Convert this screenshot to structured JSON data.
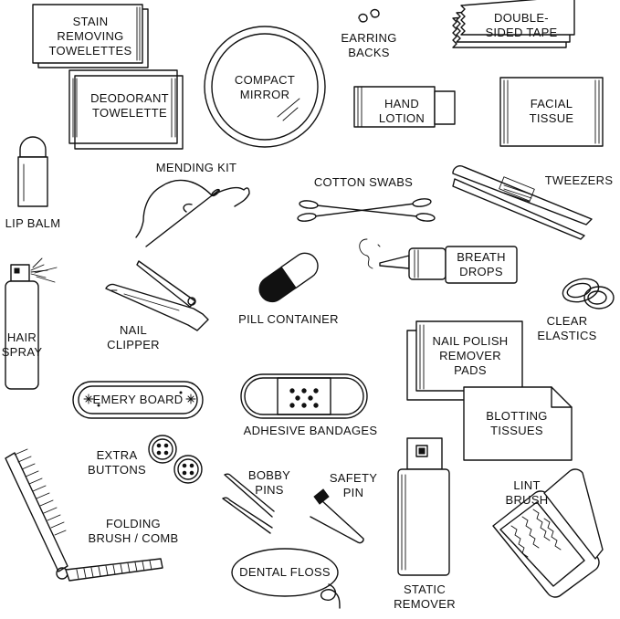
{
  "labels": {
    "stain_towelettes": "STAIN\nREMOVING\nTOWELETTES",
    "deodorant_towelette": "DEODORANT\nTOWELETTE",
    "compact_mirror": "COMPACT\nMIRROR",
    "earring_backs": "EARRING\nBACKS",
    "double_sided_tape": "DOUBLE-\nSIDED TAPE",
    "hand_lotion": "HAND\nLOTION",
    "facial_tissue": "FACIAL\nTISSUE",
    "lip_balm": "LIP BALM",
    "mending_kit": "MENDING KIT",
    "cotton_swabs": "COTTON SWABS",
    "tweezers": "TWEEZERS",
    "breath_drops": "BREATH\nDROPS",
    "hair_spray": "HAIR\nSPRAY",
    "nail_clipper": "NAIL\nCLIPPER",
    "pill_container": "PILL CONTAINER",
    "clear_elastics": "CLEAR\nELASTICS",
    "nail_polish_remover": "NAIL POLISH\nREMOVER\nPADS",
    "emery_board": "EMERY BOARD",
    "adhesive_bandages": "ADHESIVE BANDAGES",
    "blotting_tissues": "BLOTTING\nTISSUES",
    "extra_buttons": "EXTRA\nBUTTONS",
    "bobby_pins": "BOBBY\nPINS",
    "safety_pin": "SAFETY\nPIN",
    "lint_brush": "LINT\nBRUSH",
    "folding_brush_comb": "FOLDING\nBRUSH / COMB",
    "dental_floss": "DENTAL FLOSS",
    "static_remover": "STATIC\nREMOVER"
  }
}
